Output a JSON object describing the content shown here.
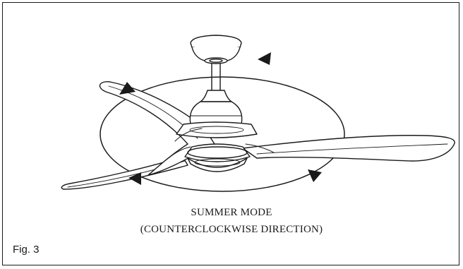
{
  "figure": {
    "caption_line1": "SUMMER MODE",
    "caption_line2": "(COUNTERCLOCKWISE DIRECTION)",
    "label": "Fig. 3",
    "direction": "counterclockwise",
    "arrow_count": 4
  },
  "colors": {
    "line": "#1a1a1a",
    "blade_fill": "#ffffff",
    "frame": "#1a1a1a"
  }
}
